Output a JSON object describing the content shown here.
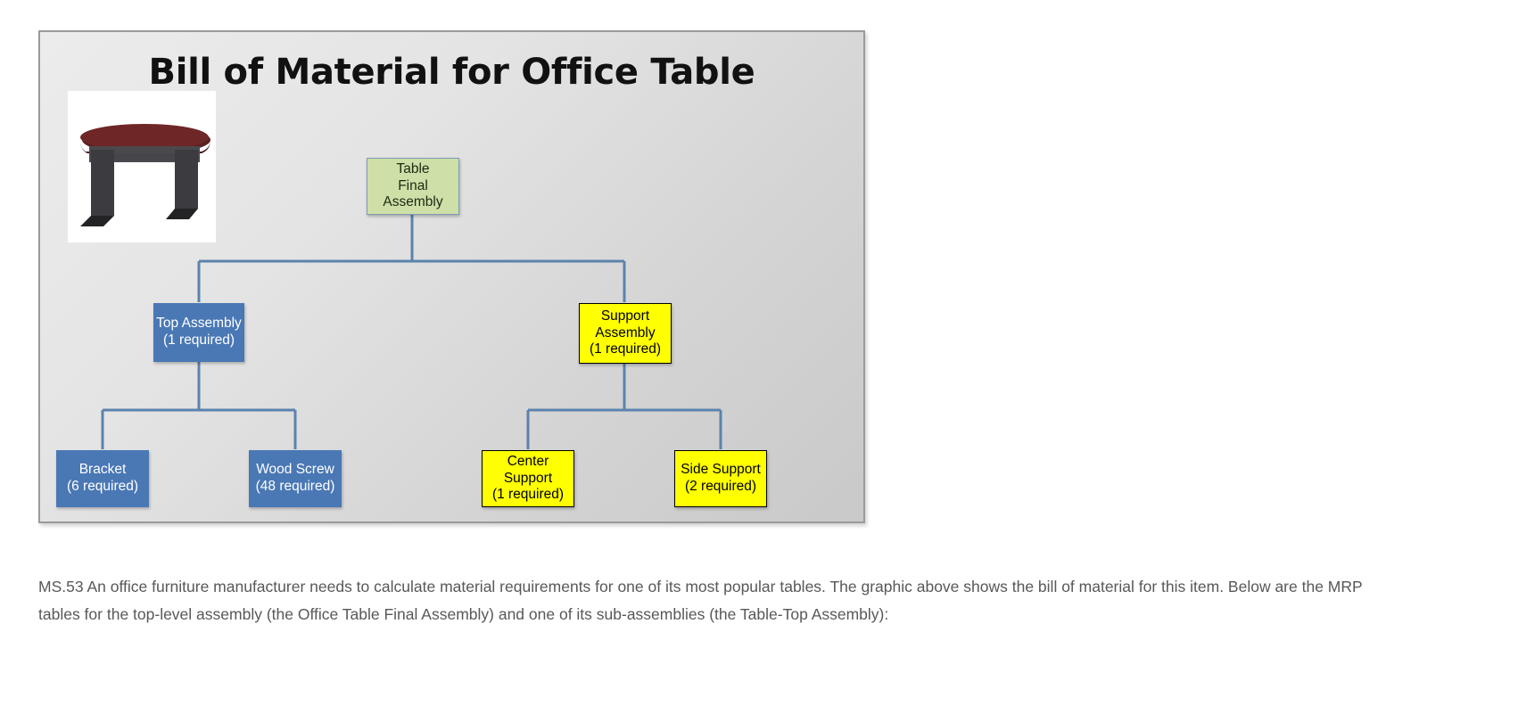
{
  "figure": {
    "title": "Bill of Material for Office Table",
    "photo_alt": "office-conference-table-photo",
    "nodes": [
      {
        "id": "table-final-assembly",
        "name": "Table",
        "qty": "Final Assembly",
        "style": "green",
        "level": 0
      },
      {
        "id": "top-assembly",
        "name": "Top Assembly",
        "qty": "(1 required)",
        "style": "blue",
        "level": 1
      },
      {
        "id": "support-assembly",
        "name": "Support Assembly",
        "qty": "(1 required)",
        "style": "yellow",
        "level": 1
      },
      {
        "id": "bracket",
        "name": "Bracket",
        "qty": "(6 required)",
        "style": "blue",
        "level": 2
      },
      {
        "id": "wood-screw",
        "name": "Wood Screw",
        "qty": "(48 required)",
        "style": "blue",
        "level": 2
      },
      {
        "id": "center-support",
        "name": "Center Support",
        "qty": "(1 required)",
        "style": "yellow",
        "level": 2
      },
      {
        "id": "side-support",
        "name": "Side Support",
        "qty": "(2 required)",
        "style": "yellow",
        "level": 2
      }
    ],
    "colors": {
      "green_fill": "#cedfa8",
      "green_border": "#7d9ab5",
      "blue_fill": "#4a78b5",
      "blue_border": "#2f568c",
      "yellow_fill": "#ffff00",
      "yellow_border": "#000000",
      "connector": "#5b83ad",
      "panel_background": "#e0e0e0",
      "panel_border": "#9a9a9a"
    }
  },
  "caption": {
    "text": "MS.53 An office furniture manufacturer needs to calculate material requirements for one of its most popular tables. The graphic above shows the bill of material for this item. Below are the MRP tables for the top-level assembly (the Office Table Final Assembly) and one of its sub-assemblies (the Table-Top Assembly):"
  }
}
